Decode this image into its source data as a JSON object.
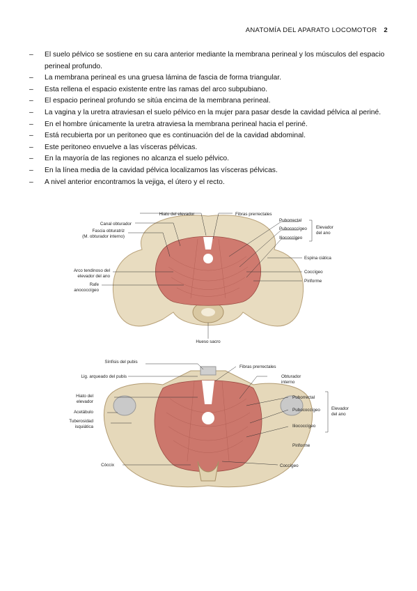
{
  "header": {
    "title": "ANATOMÍA DEL APARATO LOCOMOTOR",
    "page": "2"
  },
  "bullets": [
    "El suelo pélvico se sostiene en su cara anterior mediante la membrana perineal y los músculos del espacio perineal profundo.",
    "La membrana perineal es una gruesa lámina de fascia de forma triangular.",
    "Esta rellena el espacio existente entre las ramas del arco subpubiano.",
    "El espacio perineal profundo se sitúa encima de la membrana perineal.",
    "La vagina y la uretra atraviesan el suelo pélvico en la mujer para pasar desde la cavidad pélvica al periné.",
    "En el hombre únicamente la uretra atraviesa la membrana perineal hacia el periné.",
    "Está recubierta por un peritoneo que es continuación del de la cavidad abdominal.",
    "Este peritoneo envuelve a las vísceras pélvicas.",
    "En la mayoría de las regiones no alcanza el suelo pélvico.",
    "En la línea media de la cavidad pélvica localizamos las vísceras pélvicas.",
    "A nivel anterior encontramos la vejiga, el útero y el recto."
  ],
  "figure1": {
    "hiato": "Hiato del elevador",
    "canal": "Canal obturador",
    "fascia1": "Fascia obturatriz",
    "fascia2": "(M. obturador interno)",
    "arco1": "Arco tendinoso del",
    "arco2": "elevador del ano",
    "rafe1": "Rafe",
    "rafe2": "anococcígeo",
    "hueso": "Hueso sacro",
    "fibras": "Fibras prerrectales",
    "puborrectal": "Puborrectal",
    "pubococ": "Pubococcígeo",
    "ilioc": "Iliococcígeo",
    "elev1": "Elevador",
    "elev2": "del ano",
    "espina": "Espina ciática",
    "coccigeo": "Coccígeo",
    "piriforme": "Piriforme"
  },
  "figure2": {
    "sinfisis": "Sínfisis del pubis",
    "lig": "Lig. arqueado del pubis",
    "hiato1": "Hiato del",
    "hiato2": "elevador",
    "acetabulo": "Acetábulo",
    "tub1": "Tuberosidad",
    "tub2": "isquiática",
    "coxis": "Cóccix",
    "fibras": "Fibras prerrectales",
    "obt1": "Obturador",
    "obt2": "interno",
    "puborrectal": "Puborrectal",
    "pubococ": "Pubococcígeo",
    "ilioc": "Iliococcígeo",
    "elev1": "Elevador",
    "elev2": "del ano",
    "piriforme": "Piriforme",
    "coccigeo": "Coccígeo"
  }
}
